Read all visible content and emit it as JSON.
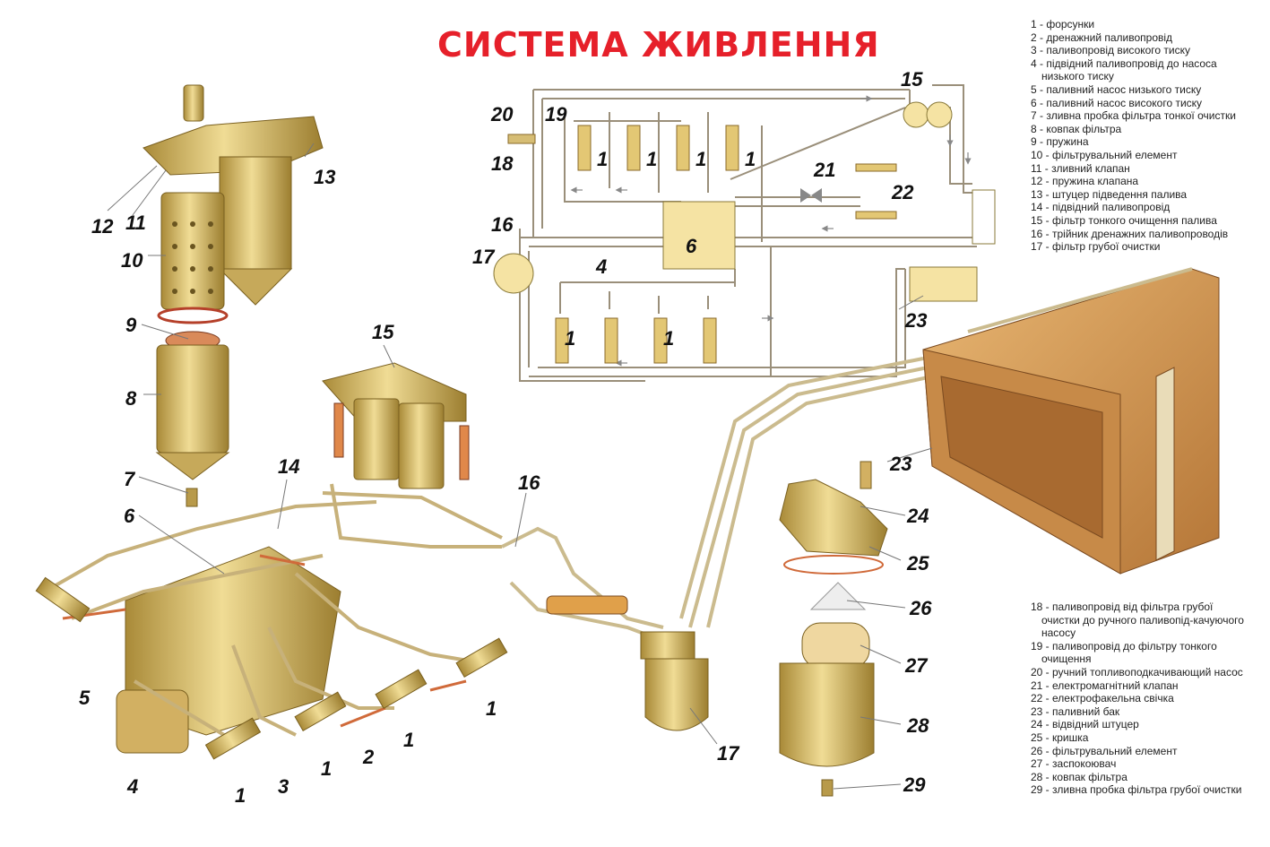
{
  "title": "СИСТЕМА ЖИВЛЕННЯ",
  "colors": {
    "title": "#e6202a",
    "brass": "#d9bf6a",
    "brass_dark": "#a98a38",
    "pipe": "#c9b78a",
    "schematic_line": "#9a8f7a"
  },
  "legend_top": [
    "1 - форсунки",
    "2 - дренажний паливопровід",
    "3 - паливопровід високого тиску",
    "4 - підвідний паливопровід до насоса низького тиску",
    "5 - паливний насос низького тиску",
    "6 - паливний насос високого тиску",
    "7 - зливна пробка фільтра тонкої очистки",
    "8 - ковпак фільтра",
    "9 - пружина",
    "10 - фільтрувальний елемент",
    "11 - зливний клапан",
    "12 - пружина клапана",
    "13 - штуцер підведення палива",
    "14 - підвідний паливопровід",
    "15 - фільтр тонкого очищення палива",
    "16 - трійник дренажних паливопроводів",
    "17 - фільтр грубої очистки"
  ],
  "legend_bottom": [
    "18 - паливопровід від фільтра грубої очистки до ручного паливопід-качуючого насосу",
    "19 - паливопровід до фільтру тонкого очищення",
    "20 - ручний топливоподкачивающий насос",
    "21 - електромагнітний клапан",
    "22 - електрофакельна свічка",
    "23 - паливний бак",
    "24 - відвідний штуцер",
    "25 - кришка",
    "26 - фільтрувальний елемент",
    "27 - заспокоювач",
    "28 - ковпак фільтра",
    "29 - зливна пробка фільтра грубої очистки"
  ],
  "callouts": {
    "n1": "1",
    "n2": "2",
    "n3": "3",
    "n4": "4",
    "n5": "5",
    "n6": "6",
    "n7": "7",
    "n8": "8",
    "n9": "9",
    "n10": "10",
    "n11": "11",
    "n12": "12",
    "n13": "13",
    "n14": "14",
    "n15": "15",
    "n16": "16",
    "n17": "17",
    "n18": "18",
    "n19": "19",
    "n20": "20",
    "n21": "21",
    "n22": "22",
    "n23": "23",
    "n24": "24",
    "n25": "25",
    "n26": "26",
    "n27": "27",
    "n28": "28",
    "n29": "29"
  }
}
